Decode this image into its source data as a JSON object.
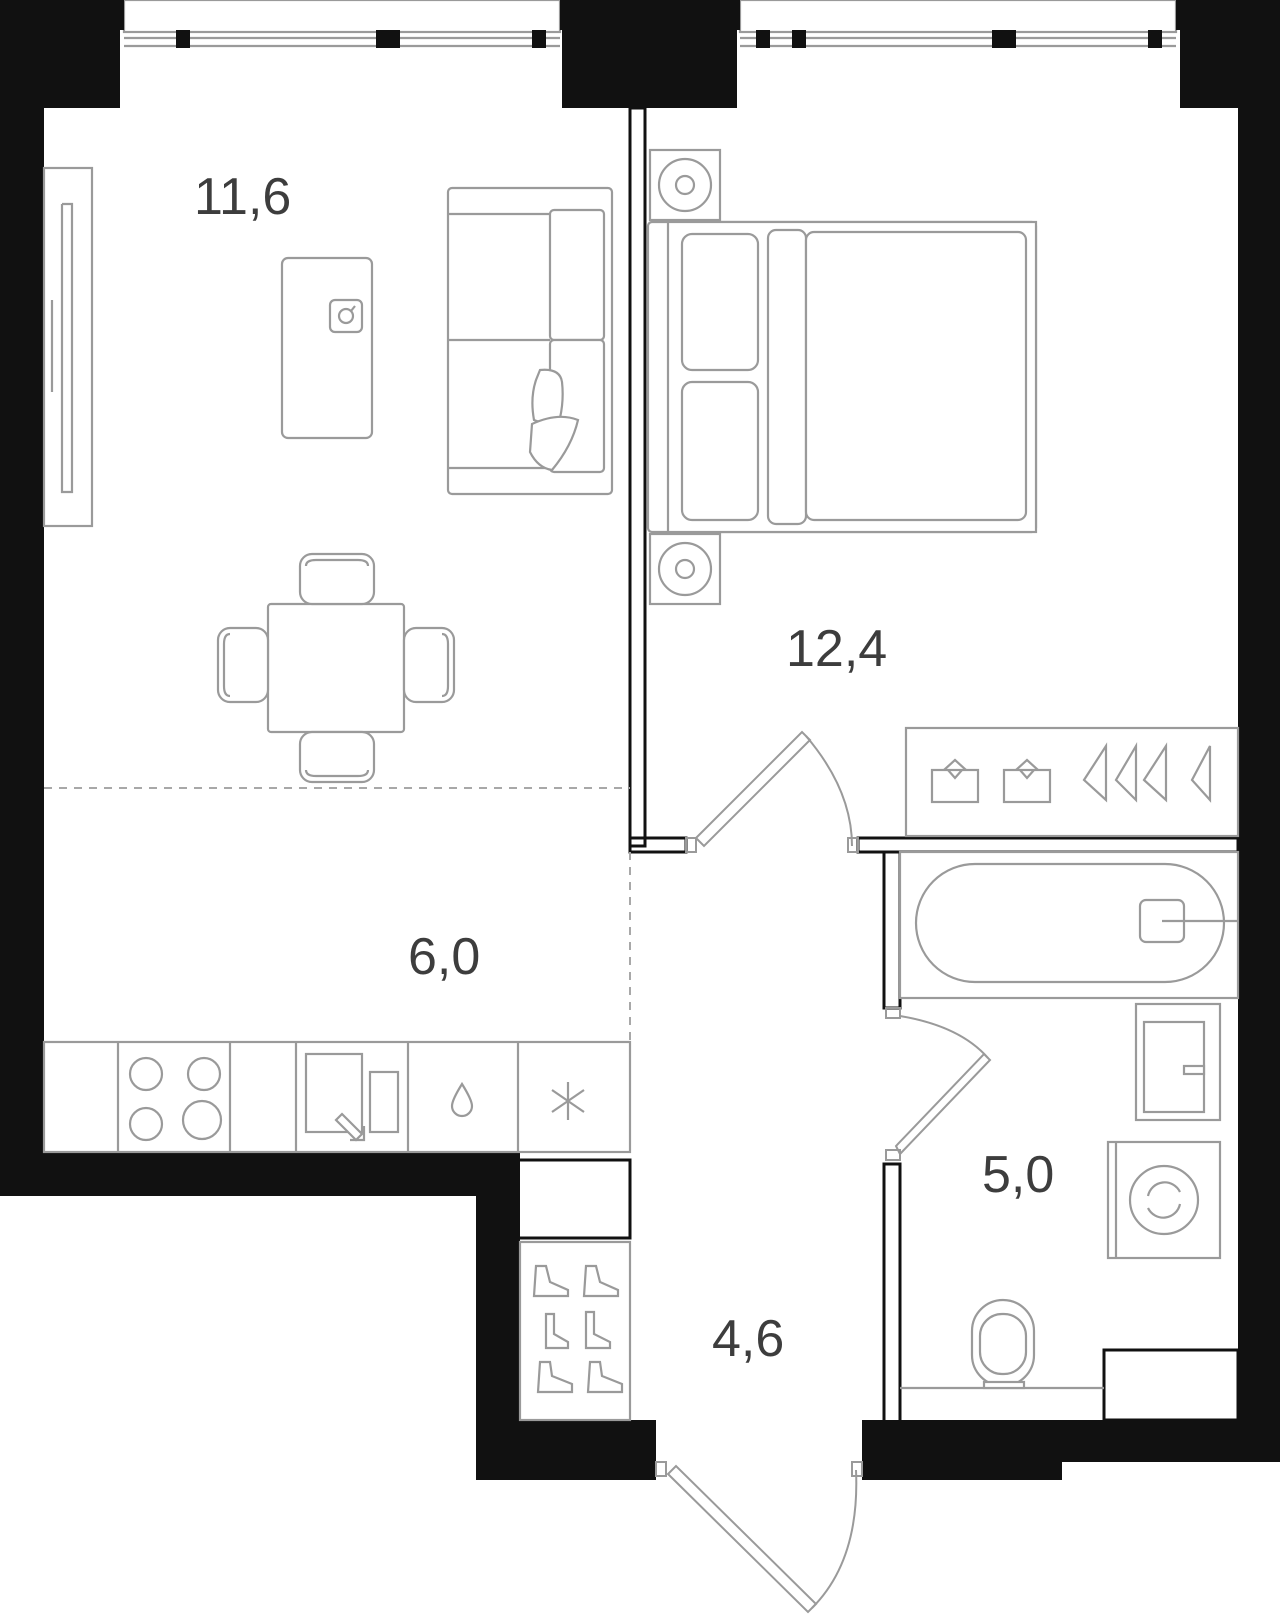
{
  "rooms": [
    {
      "id": "living",
      "area_label": "11,6"
    },
    {
      "id": "bedroom",
      "area_label": "12,4"
    },
    {
      "id": "kitchen",
      "area_label": "6,0"
    },
    {
      "id": "bathroom",
      "area_label": "5,0"
    },
    {
      "id": "hallway",
      "area_label": "4,6"
    }
  ],
  "colors": {
    "wall": "#111111",
    "furniture": "#9a9a9a",
    "label": "#3d3d3d"
  },
  "icons": [
    "sofa-icon",
    "coffee-table-icon",
    "tv-unit-icon",
    "dining-table-icon",
    "chair-icon",
    "bed-icon",
    "nightstand-icon",
    "wardrobe-icon",
    "hanger-icon",
    "bathtub-icon",
    "sink-icon",
    "washing-machine-icon",
    "toilet-icon",
    "cooktop-icon",
    "kitchen-sink-icon",
    "water-drop-icon",
    "snowflake-icon",
    "shoe-rack-icon",
    "door-icon",
    "window-icon"
  ]
}
